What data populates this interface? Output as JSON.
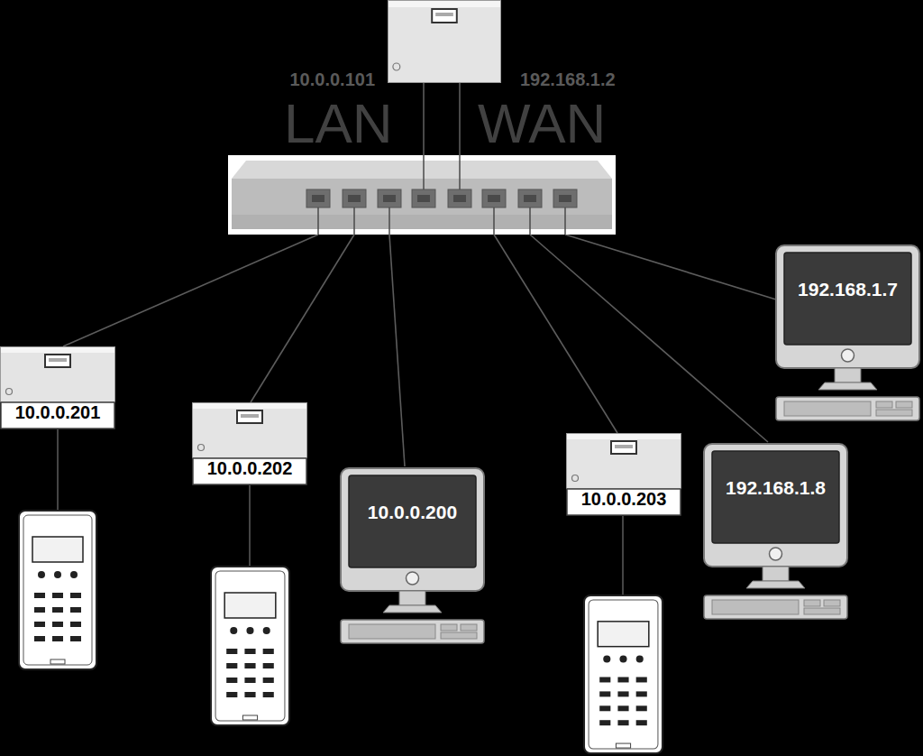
{
  "diagram": {
    "nodes": [
      {
        "text": [
          "10.0.0.101",
          "192.168.1.2"
        ]
      },
      {
        "text": [
          "LAN",
          "WAN"
        ]
      },
      {
        "text": [
          "10.0.0.201"
        ]
      },
      {
        "text": [
          "10.0.0.202"
        ]
      },
      {
        "text": [
          "10.0.0.200"
        ]
      },
      {
        "text": [
          "10.0.0.203"
        ]
      },
      {
        "text": [
          "192.168.1.8"
        ]
      },
      {
        "text": [
          "192.168.1.7"
        ]
      }
    ],
    "edges": [
      {
        "from": 0,
        "to": 1,
        "arrow": "none"
      },
      {
        "from": 0,
        "to": 1,
        "arrow": "none"
      },
      {
        "from": 1,
        "to": 2,
        "arrow": "none"
      },
      {
        "from": 1,
        "to": 3,
        "arrow": "none"
      },
      {
        "from": 1,
        "to": 4,
        "arrow": "none"
      },
      {
        "from": 1,
        "to": 5,
        "arrow": "none"
      },
      {
        "from": 1,
        "to": 6,
        "arrow": "none"
      },
      {
        "from": 1,
        "to": 7,
        "arrow": "none"
      }
    ]
  }
}
